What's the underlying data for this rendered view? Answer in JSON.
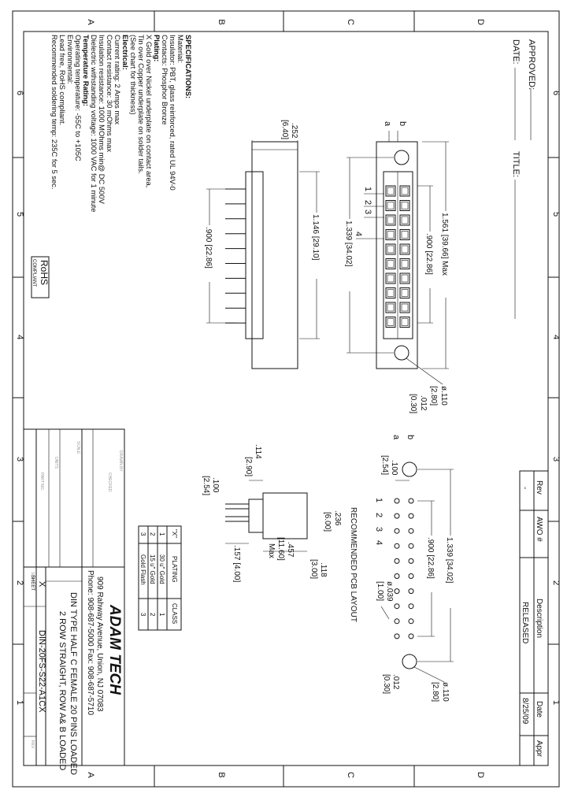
{
  "border": {
    "letters": [
      "A",
      "B",
      "C",
      "D"
    ],
    "numbers": [
      "6",
      "5",
      "4",
      "3",
      "2",
      "1"
    ]
  },
  "header": {
    "approved": "APPROVED:",
    "date": "DATE:",
    "title": "TITLE:"
  },
  "specs": {
    "heading": "SPECIFICATIONS:",
    "lines": [
      "Material:",
      "Insulator: PBT, glass reinforced, rated UL 94V-0",
      "Contacts: Phosphor Bronze",
      "Plating:",
      "X Gold over Nickel underplate on contact area,",
      "Tin over Copper underplate on solder tails.",
      "(See chart for thickness)",
      "Electrical:",
      "Current rating: 2 Amps max",
      "Contact resistance: 30 mOhms max",
      "Insulation resistance: 1000 MOhms min@ DC 500V",
      "Dielectric withstanding voltage: 1000 VAC for 1 minute",
      "Temperature Rating:",
      "Operating temperature: -55C to +105C",
      "Environmental:",
      "Lead free, RoHS compliant.",
      "Recommended soldering temp: 235C for 5 sec."
    ],
    "rohs_top": "RoHS",
    "rohs_bottom": "COMPLIANT"
  },
  "top_view": {
    "dim_overall": "1.561 [39.66] Max",
    "dim_pitch": ".900 [22.86]",
    "dim_mount": "1.339 [34.02]",
    "dim_hole": "ø.110",
    "dim_hole_mm": "[2.80]",
    "dim_tol": ".012",
    "dim_tol_mm": "[0.30]",
    "row_b": "b",
    "row_a": "a",
    "pin_labels": [
      "1",
      "2",
      "3",
      "4"
    ]
  },
  "side_view": {
    "dim_width": ".252",
    "dim_width_mm": "[6.40]",
    "dim_body": "1.146 [29.10]",
    "dim_pins": ".900 [22.86]"
  },
  "end_view": {
    "dim_a": ".114",
    "dim_a_mm": "[2.90]",
    "dim_b": ".236",
    "dim_b_mm": "[6.00]",
    "dim_c": ".118",
    "dim_c_mm": "[3.00]",
    "dim_d": ".457",
    "dim_d_mm": "[11.60]",
    "dim_d_max": "Max",
    "dim_e": ".157 [4.00]",
    "dim_f": ".100",
    "dim_f_mm": "[2.54]"
  },
  "pcb_layout": {
    "title": "RECOMMENDED PCB LAYOUT",
    "dim_mount": "1.339 [34.02]",
    "dim_pitch": ".900 [22.86]",
    "dim_hole": "ø.039",
    "dim_hole_mm": "[1.00]",
    "dim_row": ".100",
    "dim_row_mm": "[2.54]",
    "dim_mh": "ø.110",
    "dim_mh_mm": "[2.80]",
    "dim_tol": ".012",
    "dim_tol_mm": "[0.30]",
    "row_b": "b",
    "row_a": "a",
    "pin_labels": [
      "1",
      "2",
      "3",
      "4"
    ]
  },
  "revision": {
    "headers": [
      "Rev",
      "AWO #",
      "Description",
      "Date",
      "Appr"
    ],
    "row": [
      "-",
      "",
      "RELEASED",
      "8/25/09",
      ""
    ]
  },
  "plating_table": {
    "headers": [
      "\"X\"",
      "PLATING",
      "CLASS"
    ],
    "rows": [
      [
        "1",
        "30 u\" Gold",
        "1"
      ],
      [
        "2",
        "15 u\" Gold",
        "2"
      ],
      [
        "3",
        "Gold Flash",
        "3"
      ]
    ]
  },
  "title_block": {
    "company": "ADAM TECH",
    "address": "909 Rahway Avenue, Union, NJ 07083",
    "phone": "Phone: 908-687-5000 Fax: 908-687-5710",
    "desc1": "DIN TYPE HALF C FEMALE 20 PINS LOADED",
    "desc2": "2 ROW STRAIGHT, ROW A& B LOADED",
    "part_no": "DIN-20FS-S22-A1CX",
    "cell_x": "X",
    "sheet_label": "SHEET",
    "faint": [
      "DRAWN BY",
      "CHECKED",
      "SCALE",
      "UNITS",
      "PART NO.",
      "SIZE",
      "REV"
    ]
  }
}
